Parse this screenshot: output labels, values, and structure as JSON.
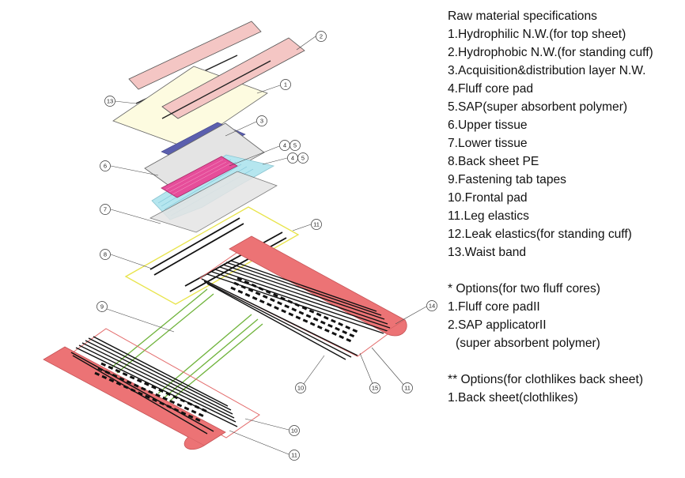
{
  "specs": {
    "title": "Raw material specifications",
    "items": [
      "1.Hydrophilic N.W.(for top sheet)",
      "2.Hydrophobic N.W.(for standing cuff)",
      "3.Acquisition&distribution layer N.W.",
      "4.Fluff core pad",
      "5.SAP(super absorbent polymer)",
      "6.Upper tissue",
      "7.Lower tissue",
      "8.Back sheet PE",
      "9.Fastening tab tapes",
      "10.Frontal pad",
      "11.Leg elastics",
      "12.Leak elastics(for standing cuff)",
      "13.Waist band"
    ],
    "options_title": "* Options(for two fluff cores)",
    "options_items": [
      "1.Fluff core padII",
      "2.SAP applicatorII",
      "(super absorbent polymer)"
    ],
    "options2_title": "** Options(for clothlikes back sheet)",
    "options2_items": [
      "1.Back sheet(clothlikes)"
    ]
  },
  "callouts": {
    "c2": "2",
    "c13": "13",
    "c1": "1",
    "c3": "3",
    "c45a": "4",
    "c45a_b": "5",
    "c6": "6",
    "c45b": "4",
    "c45b_b": "5",
    "c7": "7",
    "c11a": "11",
    "c8": "8",
    "c9": "9",
    "c14": "14",
    "c10a": "10",
    "c15": "15",
    "c11b": "11",
    "c10b": "10",
    "c11c": "11"
  },
  "colors": {
    "topsheet_pink": "#f4c6c4",
    "topsheet_yellow": "#fdfbe0",
    "adl_blue": "#5b5fae",
    "tissue_grey": "#e4e4e4",
    "core_magenta": "#e64d9a",
    "core_cyan": "#b5e6ef",
    "backsheet_outline_yellow": "#e8e44a",
    "frontal_red": "#ec7375",
    "fastening_green": "#6fb33b",
    "outline_red": "#e36a6a"
  }
}
